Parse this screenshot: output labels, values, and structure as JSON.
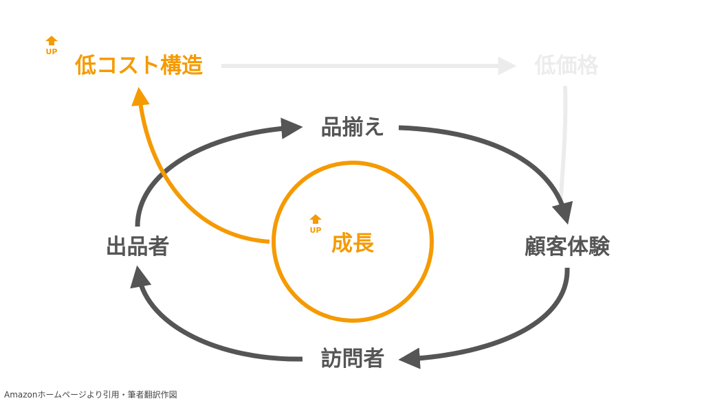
{
  "colors": {
    "orange": "#F59A00",
    "dark": "#555555",
    "light": "#ECECEC"
  },
  "nodes": {
    "low_cost": "低コスト構造",
    "low_price": "低価格",
    "selection": "品揃え",
    "customer_experience": "顧客体験",
    "visitors": "訪問者",
    "sellers": "出品者",
    "growth": "成長"
  },
  "up_badge": "UP",
  "caption": "Amazonホームページより引用・筆者翻訳作図"
}
